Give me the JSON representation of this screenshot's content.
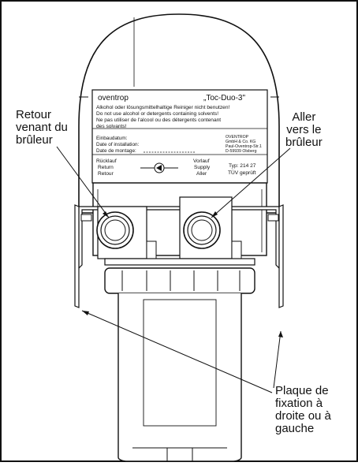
{
  "callouts": {
    "left": [
      "Retour",
      "venant du",
      "brûleur"
    ],
    "right": [
      "Aller",
      "vers le",
      "brûleur"
    ],
    "bottom": [
      "Plaque de",
      "fixation à",
      "droite ou à",
      "gauche"
    ]
  },
  "plate": {
    "brand": "oventrop",
    "model": "„Toc-Duo-3\"",
    "warning": [
      "Alkohol oder lösungsmittelhaltige Reiniger nicht benutzen!",
      "Do not use alcohol or detergents containing solvents!",
      "Ne pas utiliser de l'alcool ou des détergents contenant",
      "des solvants!"
    ],
    "install_labels": [
      "Einbaudatum:",
      "Date of installation:",
      "Date de montage:"
    ],
    "maker": [
      "OVENTROP",
      "GmbH & Co. KG",
      "Paul-Oventrop-Str.1",
      "D-59939 Olsberg"
    ],
    "return_labels": [
      "Rücklauf",
      "Return",
      "Retour"
    ],
    "supply_labels": [
      "Vorlauf",
      "Supply",
      "Aller"
    ],
    "type": "Typ:  214 27",
    "tuv": "TÜV geprüft"
  }
}
